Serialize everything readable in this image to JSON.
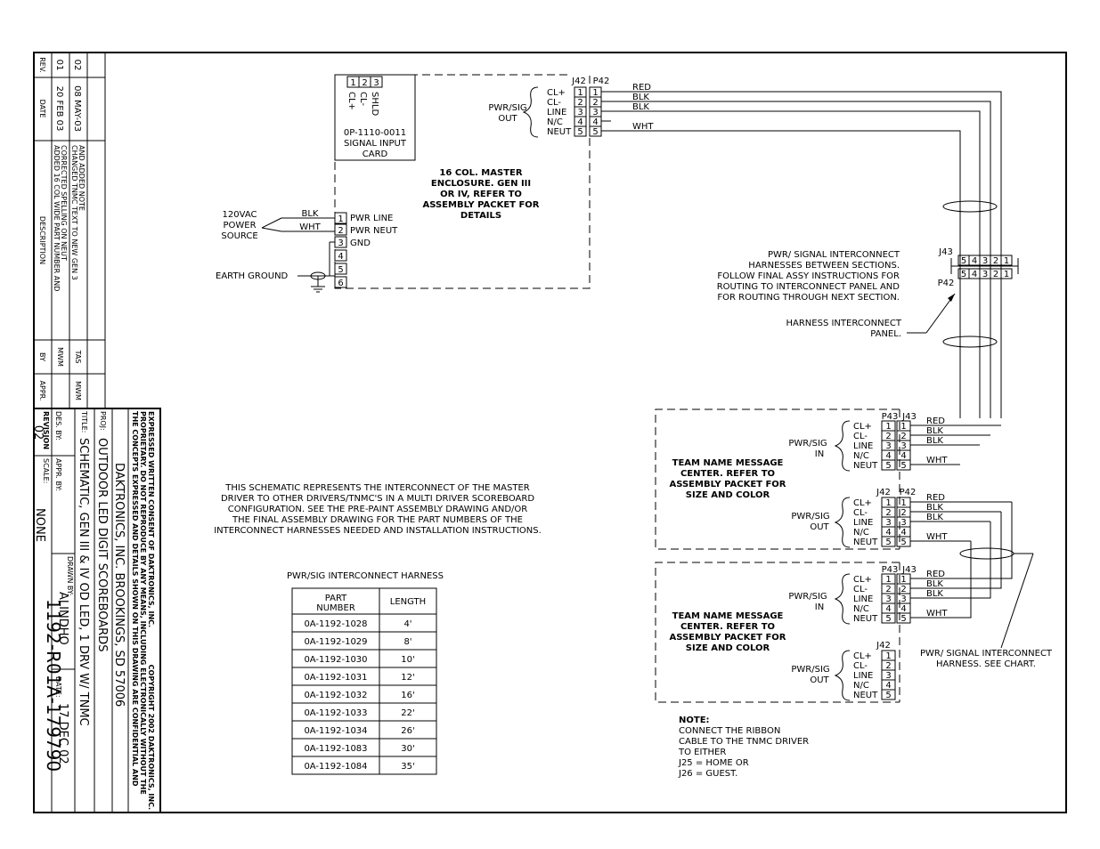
{
  "revision_table": {
    "headers": {
      "rev": "REV.",
      "date": "DATE",
      "description": "DESCRIPTION",
      "by": "BY",
      "appr": "APPR."
    },
    "rows": [
      {
        "rev": "01",
        "date": "20 FEB 03",
        "description_1": "ADDED 16 COL WIDE PART NUMBER AND",
        "description_2": "CORRECTED SPELLING ON NEUT",
        "by": "MWM",
        "appr": ""
      },
      {
        "rev": "02",
        "date": "08 MAY-03",
        "description_1": "CHANGED TNMC TEXT TO NEW GEN 3",
        "description_2": "AND ADDED NOTE",
        "by": "TAS",
        "appr": "MWM"
      }
    ]
  },
  "title_block": {
    "confidential_1": "THE CONCEPTS EXPRESSED AND DETAILS SHOWN ON THIS DRAWING ARE CONFIDENTIAL AND",
    "confidential_2": "PROPRIETARY. DO NOT REPRODUCE BY ANY MEANS, INCLUDING ELECTRONICALLY WITHOUT THE",
    "confidential_3": "EXPRESSED WRITTEN CONSENT OF DAKTRONICS, INC.",
    "copyright": "COPYRIGHT 2002 DAKTRONICS, INC.",
    "company": "DAKTRONICS, INC.  BROOKINGS, SD 57006",
    "proj_label": "PROJ:",
    "proj_value": "OUTDOOR LED DIGIT SCOREBOARDS",
    "title_label": "TITLE:",
    "title_value": "SCHEMATIC, GEN III & IV OD LED, 1 DRV W/ TNMC",
    "des_label": "DES. BY:",
    "drawn_label": "DRAWN BY:",
    "drawn_value": "ALINDHO",
    "date_label": "DATE:",
    "date_value": "17 DEC 02",
    "revision_label": "REVISION",
    "revision_value": "02",
    "appr_label": "APPR. BY:",
    "scale_label": "SCALE:",
    "scale_value": "NONE",
    "drawing_number": "1192-R01A-179790"
  },
  "master": {
    "card_pins": [
      "1",
      "2",
      "3"
    ],
    "card_signals": [
      "CL+",
      "CL-",
      "SHLD"
    ],
    "card_label": [
      "0P-1110-0011",
      "SIGNAL INPUT",
      "CARD"
    ],
    "enclosure_label": [
      "16 COL. MASTER",
      "ENCLOSURE.   GEN III",
      "OR IV, REFER TO",
      "ASSEMBLY PACKET FOR",
      "DETAILS"
    ],
    "power_source": [
      "120VAC",
      "POWER",
      "SOURCE"
    ],
    "power_wires": [
      "BLK",
      "WHT"
    ],
    "terminal_pins": [
      "1",
      "2",
      "3",
      "4",
      "5",
      "6"
    ],
    "terminal_labels": [
      "PWR LINE",
      "PWR NEUT",
      "GND"
    ],
    "earth_ground": "EARTH GROUND",
    "out_label": [
      "PWR/SIG",
      "OUT"
    ],
    "j_labels": [
      "J42",
      "P42"
    ],
    "signals": [
      "CL+",
      "CL-",
      "LINE",
      "N/C",
      "NEUT"
    ],
    "pins": [
      "1",
      "2",
      "3",
      "4",
      "5"
    ],
    "wire_colors": [
      "RED",
      "BLK",
      "BLK",
      "",
      "WHT"
    ]
  },
  "interconnect": {
    "label": [
      "PWR/ SIGNAL INTERCONNECT",
      "HARNESSES BETWEEN SECTIONS.",
      "FOLLOW FINAL ASSY INSTRUCTIONS FOR",
      "ROUTING TO INTERCONNECT PANEL AND",
      "FOR ROUTING THROUGH NEXT SECTION."
    ],
    "panel_label": [
      "HARNESS INTERCONNECT",
      "PANEL."
    ],
    "j43": "J43",
    "p42": "P42",
    "pins_reversed": [
      "5",
      "4",
      "3",
      "2",
      "1"
    ]
  },
  "tnmc": [
    {
      "label": [
        "TEAM NAME MESSAGE",
        "CENTER.   REFER TO",
        "ASSEMBLY PACKET FOR",
        "SIZE AND COLOR"
      ],
      "in_label": [
        "PWR/SIG",
        "IN"
      ],
      "in_conn": [
        "P43",
        "J43"
      ],
      "out_label": [
        "PWR/SIG",
        "OUT"
      ],
      "out_conn": [
        "J42",
        "P42"
      ]
    },
    {
      "label": [
        "TEAM NAME MESSAGE",
        "CENTER.   REFER TO",
        "ASSEMBLY PACKET FOR",
        "SIZE AND COLOR"
      ],
      "in_label": [
        "PWR/SIG",
        "IN"
      ],
      "in_conn": [
        "P43",
        "J43"
      ],
      "out_label": [
        "PWR/SIG",
        "OUT"
      ],
      "out_conn": [
        "J42",
        ""
      ]
    }
  ],
  "harness_chart_note": [
    "PWR/ SIGNAL INTERCONNECT",
    "HARNESS.   SEE CHART."
  ],
  "description": [
    "THIS SCHEMATIC REPRESENTS THE INTERCONNECT OF THE MASTER",
    "DRIVER TO OTHER DRIVERS/TNMC'S IN A MULTI DRIVER SCOREBOARD",
    "CONFIGURATION.   SEE THE PRE-PAINT ASSEMBLY DRAWING AND/OR",
    "THE FINAL ASSEMBLY DRAWING FOR THE PART NUMBERS OF THE",
    "INTERCONNECT HARNESSES NEEDED AND INSTALLATION INSTRUCTIONS."
  ],
  "harness_table": {
    "title": "PWR/SIG INTERCONNECT HARNESS",
    "header_part": [
      "PART",
      "NUMBER"
    ],
    "header_length": "LENGTH",
    "rows": [
      [
        "0A-1192-1028",
        "4'"
      ],
      [
        "0A-1192-1029",
        "8'"
      ],
      [
        "0A-1192-1030",
        "10'"
      ],
      [
        "0A-1192-1031",
        "12'"
      ],
      [
        "0A-1192-1032",
        "16'"
      ],
      [
        "0A-1192-1033",
        "22'"
      ],
      [
        "0A-1192-1034",
        "26'"
      ],
      [
        "0A-1192-1083",
        "30'"
      ],
      [
        "0A-1192-1084",
        "35'"
      ]
    ]
  },
  "note": {
    "heading": "NOTE:",
    "lines": [
      "CONNECT THE RIBBON",
      "CABLE TO THE TNMC DRIVER",
      "TO EITHER",
      "J25 = HOME OR",
      "J26 = GUEST."
    ]
  }
}
